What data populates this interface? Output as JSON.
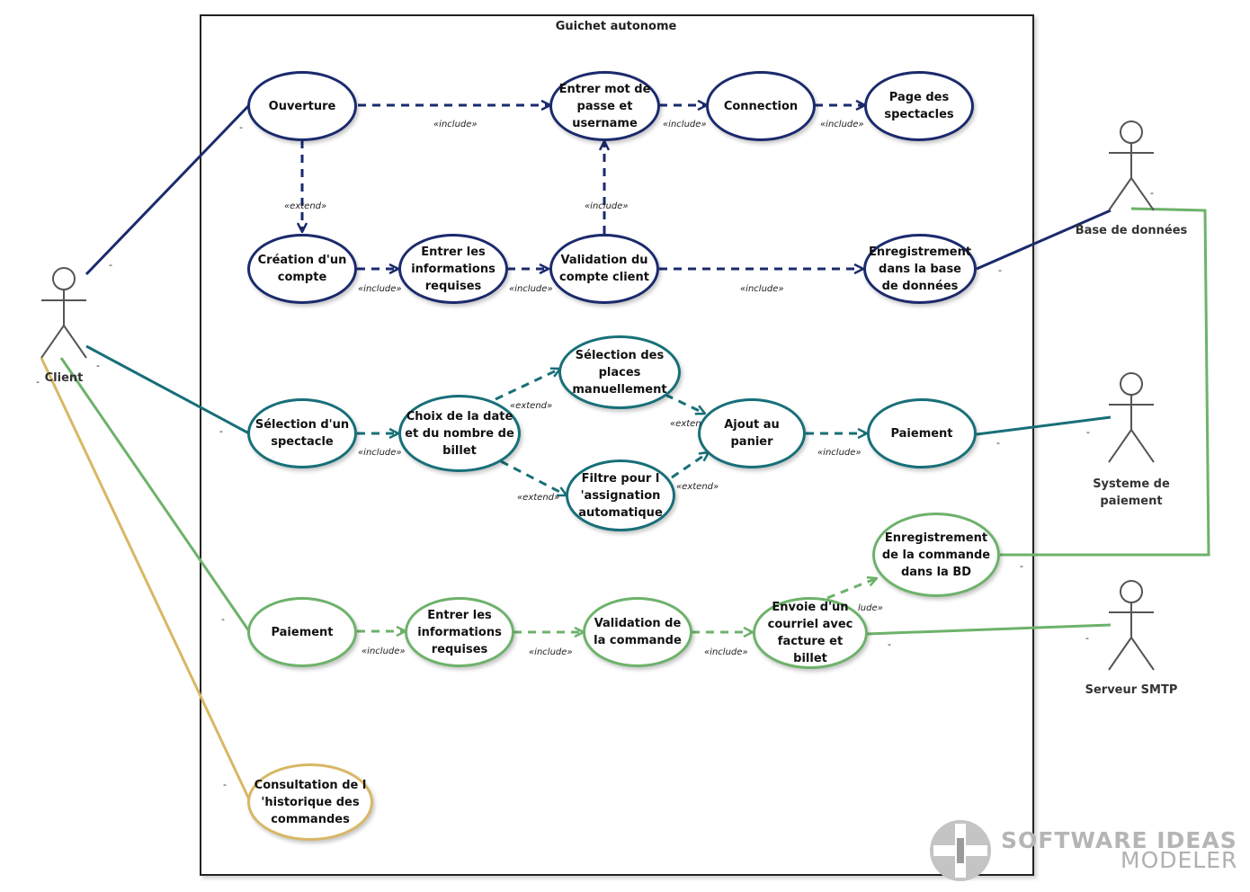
{
  "system": {
    "title": "Guichet autonome"
  },
  "actors": {
    "client": "Client",
    "database": "Base de données",
    "payment_system": "Systeme de paiement",
    "smtp": "Serveur SMTP"
  },
  "use_cases": {
    "ouverture": "Ouverture",
    "entrer_mdp": "Entrer mot de passe et username",
    "connection": "Connection",
    "page_spectacles": "Page des spectacles",
    "creation_compte": "Création d'un compte",
    "entrer_infos_1": "Entrer les informations requises",
    "validation_compte": "Validation du compte client",
    "enregistrement_bd": "Enregistrement dans la base de données",
    "selection_spectacle": "Sélection d'un spectacle",
    "choix_date": "Choix de la date et du nombre de billet",
    "selection_places": "Sélection des places manuellement",
    "filtre": "Filtre pour l 'assignation automatique",
    "ajout_panier": "Ajout au panier",
    "paiement_teal": "Paiement",
    "paiement_green": "Paiement",
    "entrer_infos_2": "Entrer les informations requises",
    "validation_commande": "Validation de la commande",
    "envoie_courriel": "Envoie d'un courriel avec facture et billet",
    "enregistrement_commande": "Enregistrement de la commande dans la BD",
    "consultation": "Consultation de l 'historique des commandes"
  },
  "stereotypes": {
    "include": "«include»",
    "extend": "«extend»",
    "exten_clipped": "«exten",
    "lude_clipped": "lude»"
  },
  "multiplicity": "-",
  "logo": {
    "line1": "SOFTWARE IDEAS",
    "line2": "MODELER"
  },
  "colors": {
    "navy": "#1a2a6c",
    "teal": "#176f78",
    "green": "#6db26a",
    "gold": "#d8b765"
  }
}
